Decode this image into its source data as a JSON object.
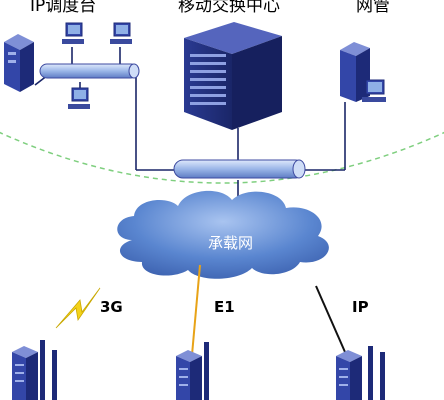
{
  "labels": {
    "ip_dispatch": "IP调度台",
    "switching_center": "移动交换中心",
    "gateway": "网管",
    "cloud": "承载网",
    "g3": "3G",
    "e1": "E1",
    "ip": "IP"
  },
  "colors": {
    "background": "#ffffff",
    "device_dark": "#1d2a78",
    "device_mid": "#3346a8",
    "device_light": "#7f8fd6",
    "bus_fill": "#9bb6e8",
    "bus_stroke": "#3d4aa0",
    "cloud_fill": "#4f7cc7",
    "cloud_light": "#8fb0e6",
    "link_e1": "#e8a317",
    "link_ip": "#111111",
    "dashed_ellipse": "#7fcf7f",
    "lightning": "#f4d21a"
  },
  "icons": [
    "computer-icon",
    "server-icon",
    "switch-cabinet-icon",
    "network-bus-icon",
    "cloud-icon",
    "lightning-icon",
    "base-station-icon"
  ]
}
